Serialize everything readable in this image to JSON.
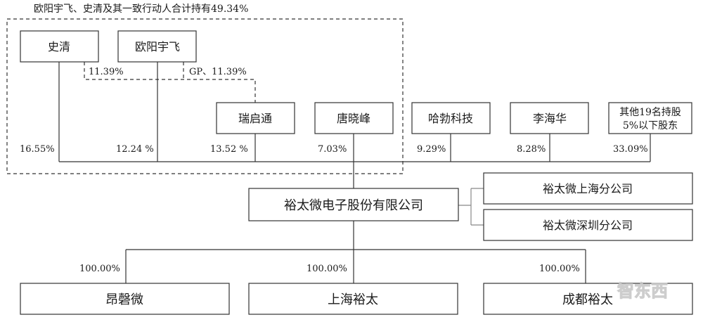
{
  "caption": "欧阳宇飞、史清及其一致行动人合计持有49.34%",
  "nodes": {
    "shi_qing": "史清",
    "ouyang_yufei": "欧阳宇飞",
    "ruiqitong": "瑞启通",
    "tang_xiaofeng": "唐晓峰",
    "habo_tech": "哈勃科技",
    "li_haihua": "李海华",
    "others_line1": "其他19名持股",
    "others_line2": "5%以下股东",
    "company": "裕太微电子股份有限公司",
    "branch_shanghai": "裕太微上海分公司",
    "branch_shenzhen": "裕太微深圳分公司",
    "angqingwei": "昂磬微",
    "shanghai_yutai": "上海裕太",
    "chengdu_yutai": "成都裕太"
  },
  "percentages": {
    "shi_qing_to_ruiqitong": "11.39%",
    "ouyang_to_ruiqitong": "GP、11.39%",
    "shi_qing": "16.55%",
    "ouyang_yufei": "12.24 %",
    "ruiqitong": "13.52 %",
    "tang_xiaofeng": "7.03%",
    "habo_tech": "9.29%",
    "li_haihua": "8.28%",
    "others": "33.09%",
    "angqingwei": "100.00%",
    "shanghai_yutai": "100.00%",
    "chengdu_yutai": "100.00%"
  },
  "watermark": "智东西"
}
